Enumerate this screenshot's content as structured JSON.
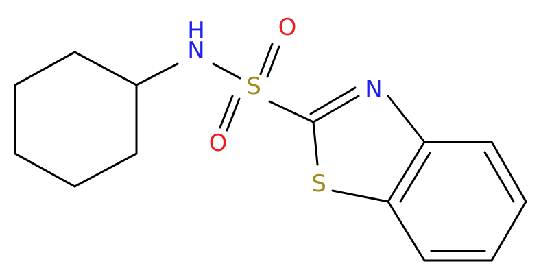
{
  "colors": {
    "bond": "#000000",
    "nitrogen": "#2020ee",
    "sulfur": "#a08a1a",
    "oxygen": "#ee1c1c",
    "background": "#ffffff"
  },
  "atoms": {
    "nh_n": "N",
    "nh_h": "H",
    "sulfonyl_s": "S",
    "oxygen_top": "O",
    "oxygen_bottom": "O",
    "thiazole_n": "N",
    "thiazole_s": "S"
  }
}
